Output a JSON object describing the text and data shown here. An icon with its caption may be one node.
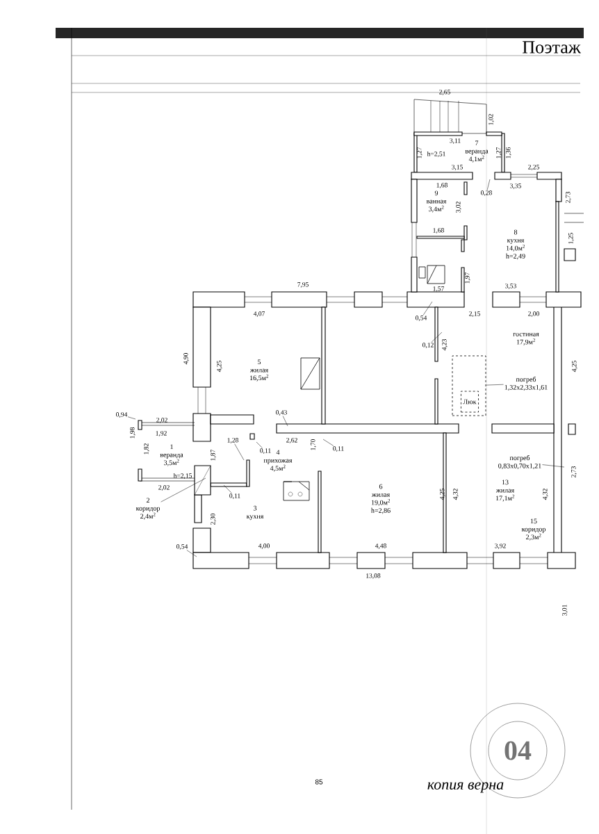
{
  "diagram": {
    "title": "Поэтаж",
    "nodes": [
      {
        "text": [
          "1",
          "веранда",
          "3,5м$^{2}$"
        ]
      },
      {
        "text": [
          "2",
          "коридор",
          "2,4м$^{2}$"
        ]
      },
      {
        "text": [
          "3",
          "кухня"
        ]
      },
      {
        "text": [
          "4",
          "прихожая",
          "4,5м$^{2}$"
        ]
      },
      {
        "text": [
          "5",
          "жилая",
          "16,5м$^{2}$"
        ]
      },
      {
        "text": [
          "6",
          "жилая",
          "19,0м$^{2}$",
          "h=2,86"
        ]
      },
      {
        "text": [
          "7",
          "веранда",
          "4,1м$^{2}$"
        ]
      },
      {
        "text": [
          "8",
          "кухня",
          "14,0м$^{2}$",
          "h=2,49"
        ]
      },
      {
        "text": [
          "9",
          "ванная",
          "3,4м$^{2}$"
        ]
      },
      {
        "text": [
          "гостиная",
          "17,9м$^{2}$"
        ]
      },
      {
        "text": [
          "13",
          "жилая",
          "17,1м$^{2}$"
        ]
      },
      {
        "text": [
          "15",
          "коридор",
          "2,3м$^{2}$"
        ]
      },
      {
        "text": [
          "погреб",
          "1,32x2,33x1,61"
        ]
      },
      {
        "text": [],
        "shape": "box"
      },
      {
        "text": [
          "Люк"
        ],
        "in": 13
      },
      {
        "text": [
          "погреб",
          "0,83x0,70x1,21"
        ]
      },
      {
        "text": [
          "0,28"
        ]
      },
      {
        "text": [
          "0,54"
        ]
      },
      {
        "text": [
          "0,12"
        ]
      },
      {
        "text": [
          "0,43"
        ]
      },
      {
        "text": [
          "0,11"
        ]
      },
      {
        "text": [
          "0,11"
        ]
      },
      {
        "text": [
          "0,11"
        ]
      },
      {
        "text": [
          "0,54"
        ]
      },
      {
        "text": [
          "0,94"
        ]
      },
      {
        "text": [
          "1,28"
        ]
      }
    ],
    "edges": [
      {
        "from": 12,
        "to": 13,
        "arrow": "none"
      },
      {
        "from": 15,
        "to": null,
        "arrow": "none"
      },
      {
        "from": 16,
        "to": null,
        "arrow": "none"
      },
      {
        "from": 17,
        "to": null,
        "arrow": "none"
      },
      {
        "from": 18,
        "to": null,
        "arrow": "none"
      },
      {
        "from": 19,
        "to": null,
        "arrow": "none"
      },
      {
        "from": 20,
        "to": null,
        "arrow": "none"
      },
      {
        "from": 21,
        "to": null,
        "arrow": "none"
      },
      {
        "from": 22,
        "to": null,
        "arrow": "none"
      },
      {
        "from": 23,
        "to": null,
        "arrow": "none"
      },
      {
        "from": 24,
        "to": null,
        "arrow": "none"
      },
      {
        "from": 25,
        "to": null,
        "arrow": "none"
      },
      {
        "from": 1,
        "to": null,
        "arrow": "none"
      }
    ],
    "labels": [
      "2,65",
      "1,02",
      "3,11",
      "h=2,51",
      "1,27",
      "1,27",
      "1,36",
      "3,15",
      "2,25",
      "1,68",
      "3,35",
      "3,02",
      "1,68",
      "2,73",
      "1,25",
      "1,97",
      "1,57",
      "7,95",
      "4,07",
      "2,15",
      "3,53",
      "2,00",
      "4,23",
      "4,90",
      "4,25",
      "4,25",
      "2,02",
      "1,98",
      "1,92",
      "2,62",
      "1,70",
      "1,82",
      "1,87",
      "h=2,15",
      "2,02",
      "2,30",
      "4,00",
      "4,48",
      "13,08",
      "3,92",
      "4,25",
      "4,32",
      "4,32",
      "2,73",
      "3,01",
      "85",
      "копия верна",
      "04"
    ]
  }
}
